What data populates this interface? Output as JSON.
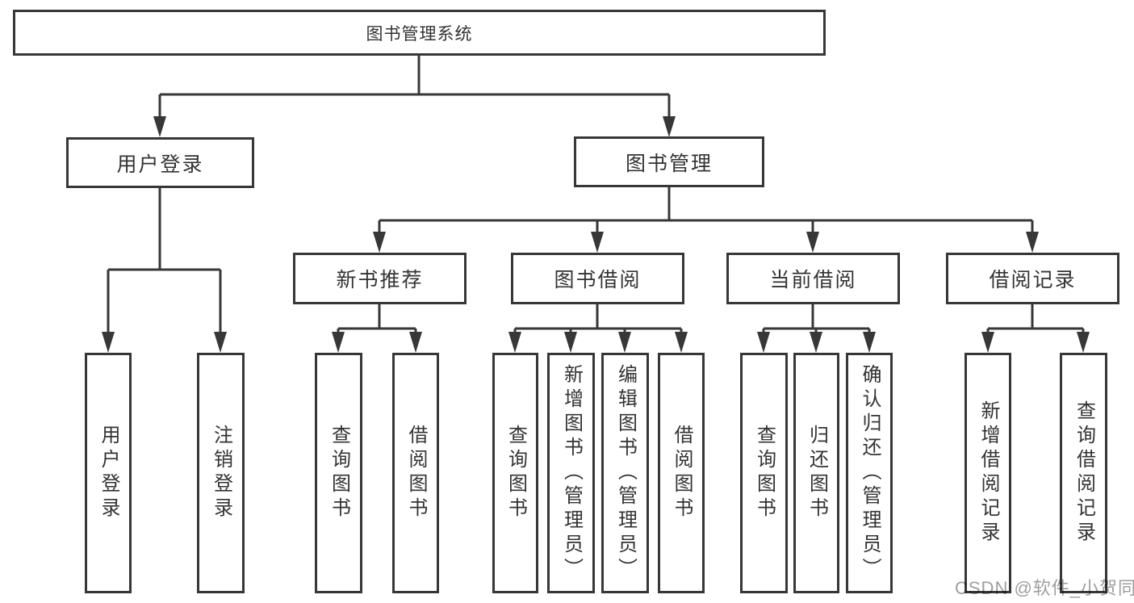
{
  "diagram": {
    "title": "图书管理系统",
    "tree": {
      "root": {
        "label": "图书管理系统"
      },
      "level1": [
        {
          "id": "user-login",
          "label": "用户登录"
        },
        {
          "id": "book-management",
          "label": "图书管理"
        }
      ],
      "level2": [
        {
          "id": "new-book-recommend",
          "parent": "book-management",
          "label": "新书推荐"
        },
        {
          "id": "book-borrow",
          "parent": "book-management",
          "label": "图书借阅"
        },
        {
          "id": "current-borrow",
          "parent": "book-management",
          "label": "当前借阅"
        },
        {
          "id": "borrow-records",
          "parent": "book-management",
          "label": "借阅记录"
        }
      ],
      "leaves": [
        {
          "parent": "user-login",
          "label": "用户登录"
        },
        {
          "parent": "user-login",
          "label": "注销登录"
        },
        {
          "parent": "new-book-recommend",
          "label": "查询图书"
        },
        {
          "parent": "new-book-recommend",
          "label": "借阅图书"
        },
        {
          "parent": "book-borrow",
          "label": "查询图书"
        },
        {
          "parent": "book-borrow",
          "label": "新增图书（管理员）"
        },
        {
          "parent": "book-borrow",
          "label": "编辑图书（管理员）"
        },
        {
          "parent": "book-borrow",
          "label": "借阅图书"
        },
        {
          "parent": "current-borrow",
          "label": "查询图书"
        },
        {
          "parent": "current-borrow",
          "label": "归还图书"
        },
        {
          "parent": "current-borrow",
          "label": "确认归还（管理员）"
        },
        {
          "parent": "borrow-records",
          "label": "新增借阅记录"
        },
        {
          "parent": "borrow-records",
          "label": "查询借阅记录"
        }
      ]
    },
    "colors": {
      "line": "#373737",
      "box_border": "#373737",
      "text": "#333333",
      "watermark": "#9e9e9e",
      "background": "#ffffff"
    }
  },
  "watermark": {
    "text": "CSDN @软件_小贺同学"
  }
}
